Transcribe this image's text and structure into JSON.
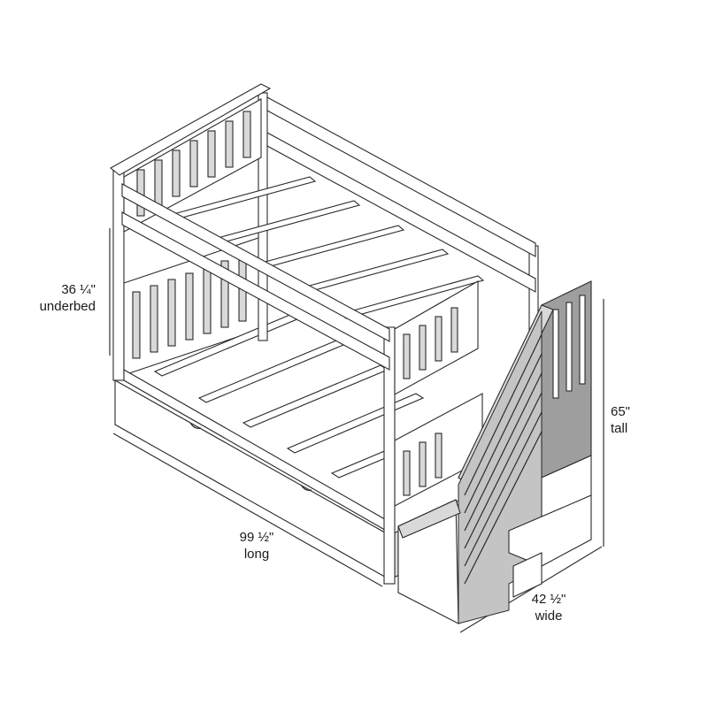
{
  "diagram": {
    "subject": "Bunk bed with staircase and trundle",
    "dimensions": {
      "underbed": {
        "value": "36 ¼\"",
        "label": "underbed"
      },
      "height": {
        "value": "65\"",
        "label": "tall"
      },
      "length": {
        "value": "99 ½\"",
        "label": "long"
      },
      "width": {
        "value": "42 ½\"",
        "label": "wide"
      }
    },
    "colors": {
      "background": "#ffffff",
      "outline": "#2a2a2a",
      "light_shade": "#d9d9d9",
      "dark_shade": "#9e9e9e",
      "text": "#1a1a1a"
    }
  }
}
